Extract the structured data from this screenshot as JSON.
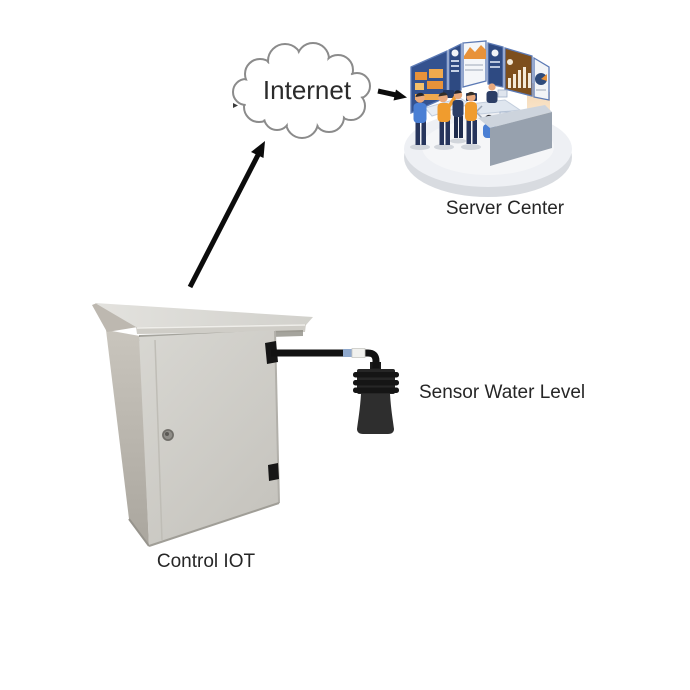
{
  "page": {
    "type": "diagram",
    "background": "#ffffff"
  },
  "labels": {
    "internet": "Internet",
    "server_center": "Server Center",
    "sensor_water_level": "Sensor Water Level",
    "control_iot": "Control IOT"
  },
  "diagram": {
    "nodes": [
      {
        "id": "internet-cloud",
        "label": "Internet",
        "shape": "cloud-outline"
      },
      {
        "id": "server-center",
        "label": "Server Center",
        "shape": "isometric-control-room-illustration"
      },
      {
        "id": "control-iot",
        "label": "Control IOT",
        "shape": "outdoor-electrical-cabinet"
      },
      {
        "id": "sensor-water-level",
        "label": "Sensor Water Level",
        "shape": "black-transducer-sensor"
      }
    ],
    "connections": [
      {
        "from": "control-iot",
        "to": "internet-cloud",
        "type": "arrow"
      },
      {
        "from": "internet-cloud",
        "to": "server-center",
        "type": "arrow"
      },
      {
        "from": "control-iot",
        "to": "sensor-water-level",
        "type": "cable"
      }
    ]
  },
  "colors": {
    "arrow": "#0c0c0c",
    "cloud_outline": "#8b8b8b",
    "cabinet_body": "#d2d0cb",
    "cabinet_side": "#b5b1a9",
    "sensor_black": "#1d1d1d",
    "illustration_navy": "#2e4a82",
    "illustration_blue": "#4a7fd4",
    "illustration_orange": "#ef9b2d",
    "illustration_brown": "#7d4f1d",
    "platform_gray": "#eef0f4"
  }
}
